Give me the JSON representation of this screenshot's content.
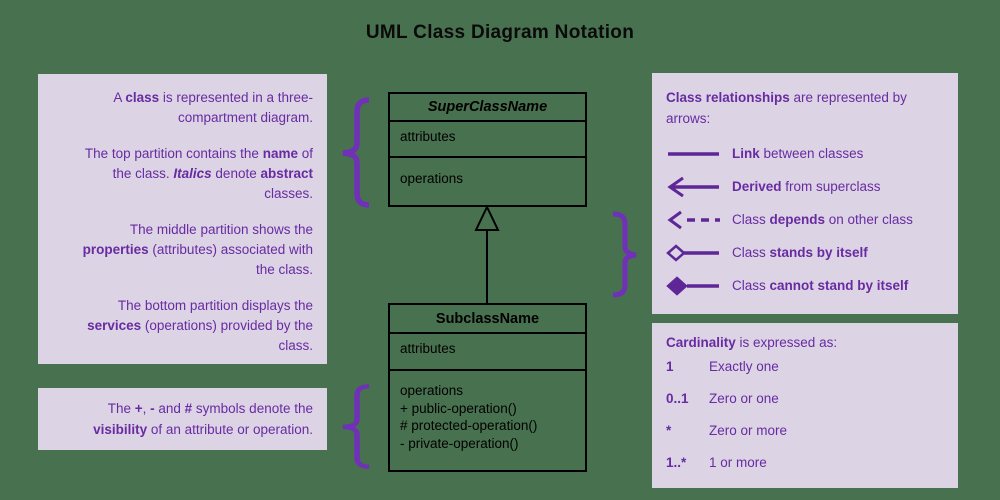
{
  "title": "UML Class Diagram Notation",
  "colors": {
    "background_green": "#48714F",
    "panel_lavender": "#DCD3E4",
    "text_purple": "#682BA2",
    "brace_purple": "#7030B8",
    "symbol_purple": "#5E2697",
    "diagram_black": "#000000"
  },
  "left_panel": {
    "paragraphs": [
      [
        {
          "t": "A "
        },
        {
          "t": "class",
          "b": true
        },
        {
          "t": " is represented in a three-"
        },
        {
          "br": true
        },
        {
          "t": "compartment diagram."
        }
      ],
      [
        {
          "t": "The top partition contains the "
        },
        {
          "t": "name",
          "b": true
        },
        {
          "t": " of"
        },
        {
          "br": true
        },
        {
          "t": "the class. "
        },
        {
          "t": "Italics",
          "b": true,
          "i": true
        },
        {
          "t": " denote "
        },
        {
          "t": "abstract",
          "b": true
        },
        {
          "br": true
        },
        {
          "t": "classes."
        }
      ],
      [
        {
          "t": "The middle partition shows the"
        },
        {
          "br": true
        },
        {
          "t": "properties",
          "b": true
        },
        {
          "t": " (attributes) associated with"
        },
        {
          "br": true
        },
        {
          "t": "the class."
        }
      ],
      [
        {
          "t": "The bottom partition displays the"
        },
        {
          "br": true
        },
        {
          "t": "services",
          "b": true
        },
        {
          "t": " (operations) provided by the"
        },
        {
          "br": true
        },
        {
          "t": "class."
        }
      ]
    ]
  },
  "visibility_panel": {
    "text": [
      {
        "t": "The "
      },
      {
        "t": "+",
        "b": true
      },
      {
        "t": ", "
      },
      {
        "t": "-",
        "b": true
      },
      {
        "t": " and "
      },
      {
        "t": "#",
        "b": true
      },
      {
        "t": " symbols denote the"
      },
      {
        "br": true
      },
      {
        "t": "visibility",
        "b": true
      },
      {
        "t": " of an attribute or operation."
      }
    ]
  },
  "class_diagram": {
    "superclass": {
      "name": "SuperClassName",
      "attributes_label": "attributes",
      "operations_label": "operations"
    },
    "relationship_icon": "inheritance-hollow-triangle-arrow",
    "subclass": {
      "name": "SubclassName",
      "attributes_label": "attributes",
      "operations": [
        "operations",
        "+ public-operation()",
        "# protected-operation()",
        "- private-operation()"
      ]
    }
  },
  "relationships_panel": {
    "header": [
      {
        "t": "Class relationships",
        "b": true
      },
      {
        "t": " are represented by arrows:"
      }
    ],
    "rows": [
      {
        "icon": "link-line",
        "label": [
          {
            "t": "Link",
            "b": true
          },
          {
            "t": " between classes"
          }
        ]
      },
      {
        "icon": "derived-open-arrow",
        "label": [
          {
            "t": "Derived",
            "b": true
          },
          {
            "t": " from superclass"
          }
        ]
      },
      {
        "icon": "depends-dashed-arrow",
        "label": [
          {
            "t": "Class "
          },
          {
            "t": "depends",
            "b": true
          },
          {
            "t": " on other class"
          }
        ]
      },
      {
        "icon": "aggregation-hollow-diamond",
        "label": [
          {
            "t": "Class "
          },
          {
            "t": "stands by itself",
            "b": true
          }
        ]
      },
      {
        "icon": "composition-filled-diamond",
        "label": [
          {
            "t": "Class "
          },
          {
            "t": "cannot stand by itself",
            "b": true
          }
        ]
      }
    ]
  },
  "cardinality_panel": {
    "header": [
      {
        "t": "Cardinality",
        "b": true
      },
      {
        "t": " is expressed as:"
      }
    ],
    "rows": [
      {
        "term": "1",
        "definition": "Exactly one"
      },
      {
        "term": "0..1",
        "definition": "Zero or one"
      },
      {
        "term": "*",
        "definition": "Zero or more"
      },
      {
        "term": "1..*",
        "definition": "1 or more"
      }
    ]
  }
}
